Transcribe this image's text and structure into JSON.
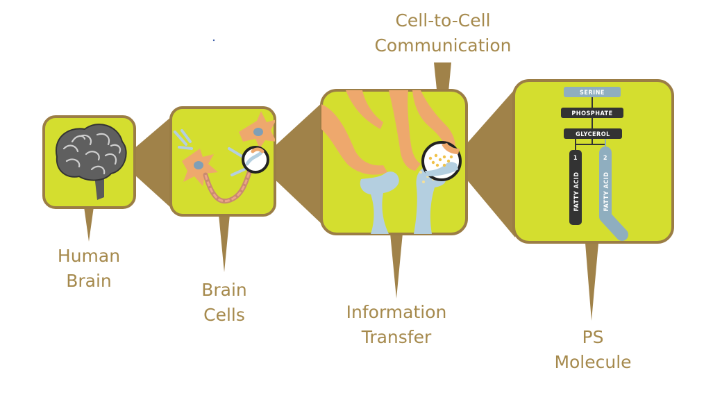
{
  "captions": {
    "human_brain": [
      "Human",
      "Brain"
    ],
    "brain_cells": [
      "Brain",
      "Cells"
    ],
    "information_transfer": [
      "Information",
      "Transfer"
    ],
    "ps_molecule": [
      "PS",
      "Molecule"
    ],
    "cell_to_cell": [
      "Cell-to-Cell",
      "Communication"
    ]
  },
  "molecule": {
    "serine": "SERINE",
    "phosphate": "PHOSPHATE",
    "glycerol": "GLYCEROL",
    "fatty_acid_1": "FATTY ACID",
    "fatty_acid_2": "FATTY ACID",
    "chain_1_number": "1",
    "chain_2_number": "2"
  },
  "colors": {
    "panel_fill": "#d4de2f",
    "panel_border": "#9b7d45",
    "connector": "#a08249",
    "caption_text": "#a5894c",
    "brain_gray": "#5a5a5a",
    "neuron_orange": "#eea86d",
    "synapse_blue": "#b4cfe0",
    "dark_chain": "#333333",
    "light_chain": "#8faebf"
  },
  "icons": [
    "brain-icon",
    "neuron-icon",
    "synapse-icon",
    "zoom-circle-icon"
  ]
}
